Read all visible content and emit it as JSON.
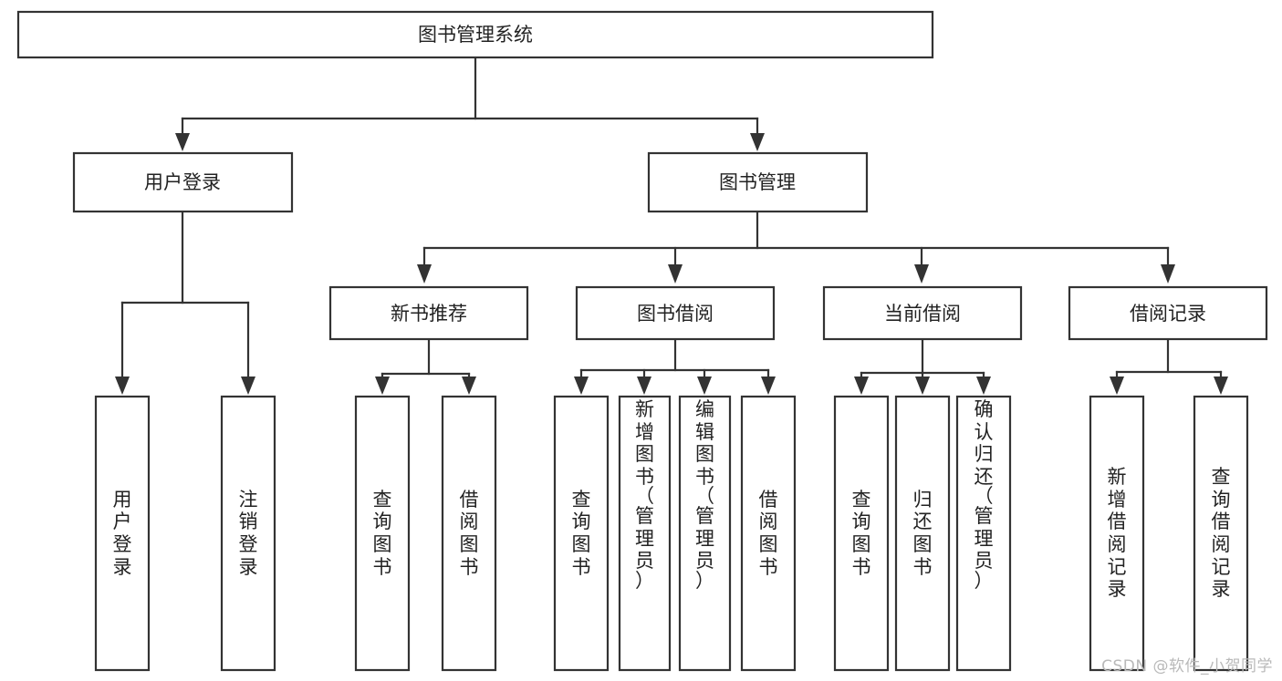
{
  "diagram": {
    "title": "图书管理系统",
    "watermark": "CSDN @软件_小贺同学",
    "stroke_color": "#333333",
    "fill_color": "#ffffff",
    "text_color": "#222222",
    "nodes": {
      "root": "图书管理系统",
      "level2": [
        "用户登录",
        "图书管理"
      ],
      "level3": [
        "新书推荐",
        "图书借阅",
        "当前借阅",
        "借阅记录"
      ],
      "leaves_user_login": [
        "用户登录",
        "注销登录"
      ],
      "leaves_new_book": [
        "查询图书",
        "借阅图书"
      ],
      "leaves_book_borrow": [
        "查询图书",
        "新增图书（管理员）",
        "编辑图书（管理员）",
        "借阅图书"
      ],
      "leaves_current_borrow": [
        "查询图书",
        "归还图书",
        "确认归还（管理员）"
      ],
      "leaves_borrow_record": [
        "新增借阅记录",
        "查询借阅记录"
      ]
    },
    "vertical_labels": {
      "user-login-leaf-0": [
        "用",
        "户",
        "登",
        "录"
      ],
      "user-login-leaf-1": [
        "注",
        "销",
        "登",
        "录"
      ],
      "new-book-leaf-0": [
        "查",
        "询",
        "图",
        "书"
      ],
      "new-book-leaf-1": [
        "借",
        "阅",
        "图",
        "书"
      ],
      "book-borrow-leaf-0": [
        "查",
        "询",
        "图",
        "书"
      ],
      "book-borrow-leaf-1": [
        "新",
        "增",
        "图",
        "书",
        "（",
        "管",
        "理",
        "员",
        "）"
      ],
      "book-borrow-leaf-2": [
        "编",
        "辑",
        "图",
        "书",
        "（",
        "管",
        "理",
        "员",
        "）"
      ],
      "book-borrow-leaf-3": [
        "借",
        "阅",
        "图",
        "书"
      ],
      "current-borrow-leaf-0": [
        "查",
        "询",
        "图",
        "书"
      ],
      "current-borrow-leaf-1": [
        "归",
        "还",
        "图",
        "书"
      ],
      "current-borrow-leaf-2": [
        "确",
        "认",
        "归",
        "还",
        "（",
        "管",
        "理",
        "员",
        "）"
      ],
      "borrow-record-leaf-0": [
        "新",
        "增",
        "借",
        "阅",
        "记",
        "录"
      ],
      "borrow-record-leaf-1": [
        "查",
        "询",
        "借",
        "阅",
        "记",
        "录"
      ]
    }
  }
}
